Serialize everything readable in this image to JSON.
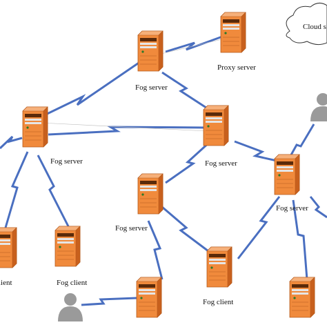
{
  "labels": {
    "cloud": "Cloud s",
    "proxy": "Proxy server",
    "fog_server": "Fog server",
    "fog_client": "Fog client",
    "client_partial": "lient"
  },
  "colors": {
    "server_front": "#f08a3c",
    "server_side": "#c8601d",
    "server_top": "#f6b07a",
    "link": "#4a6fc0",
    "user": "#9a9a9a"
  }
}
